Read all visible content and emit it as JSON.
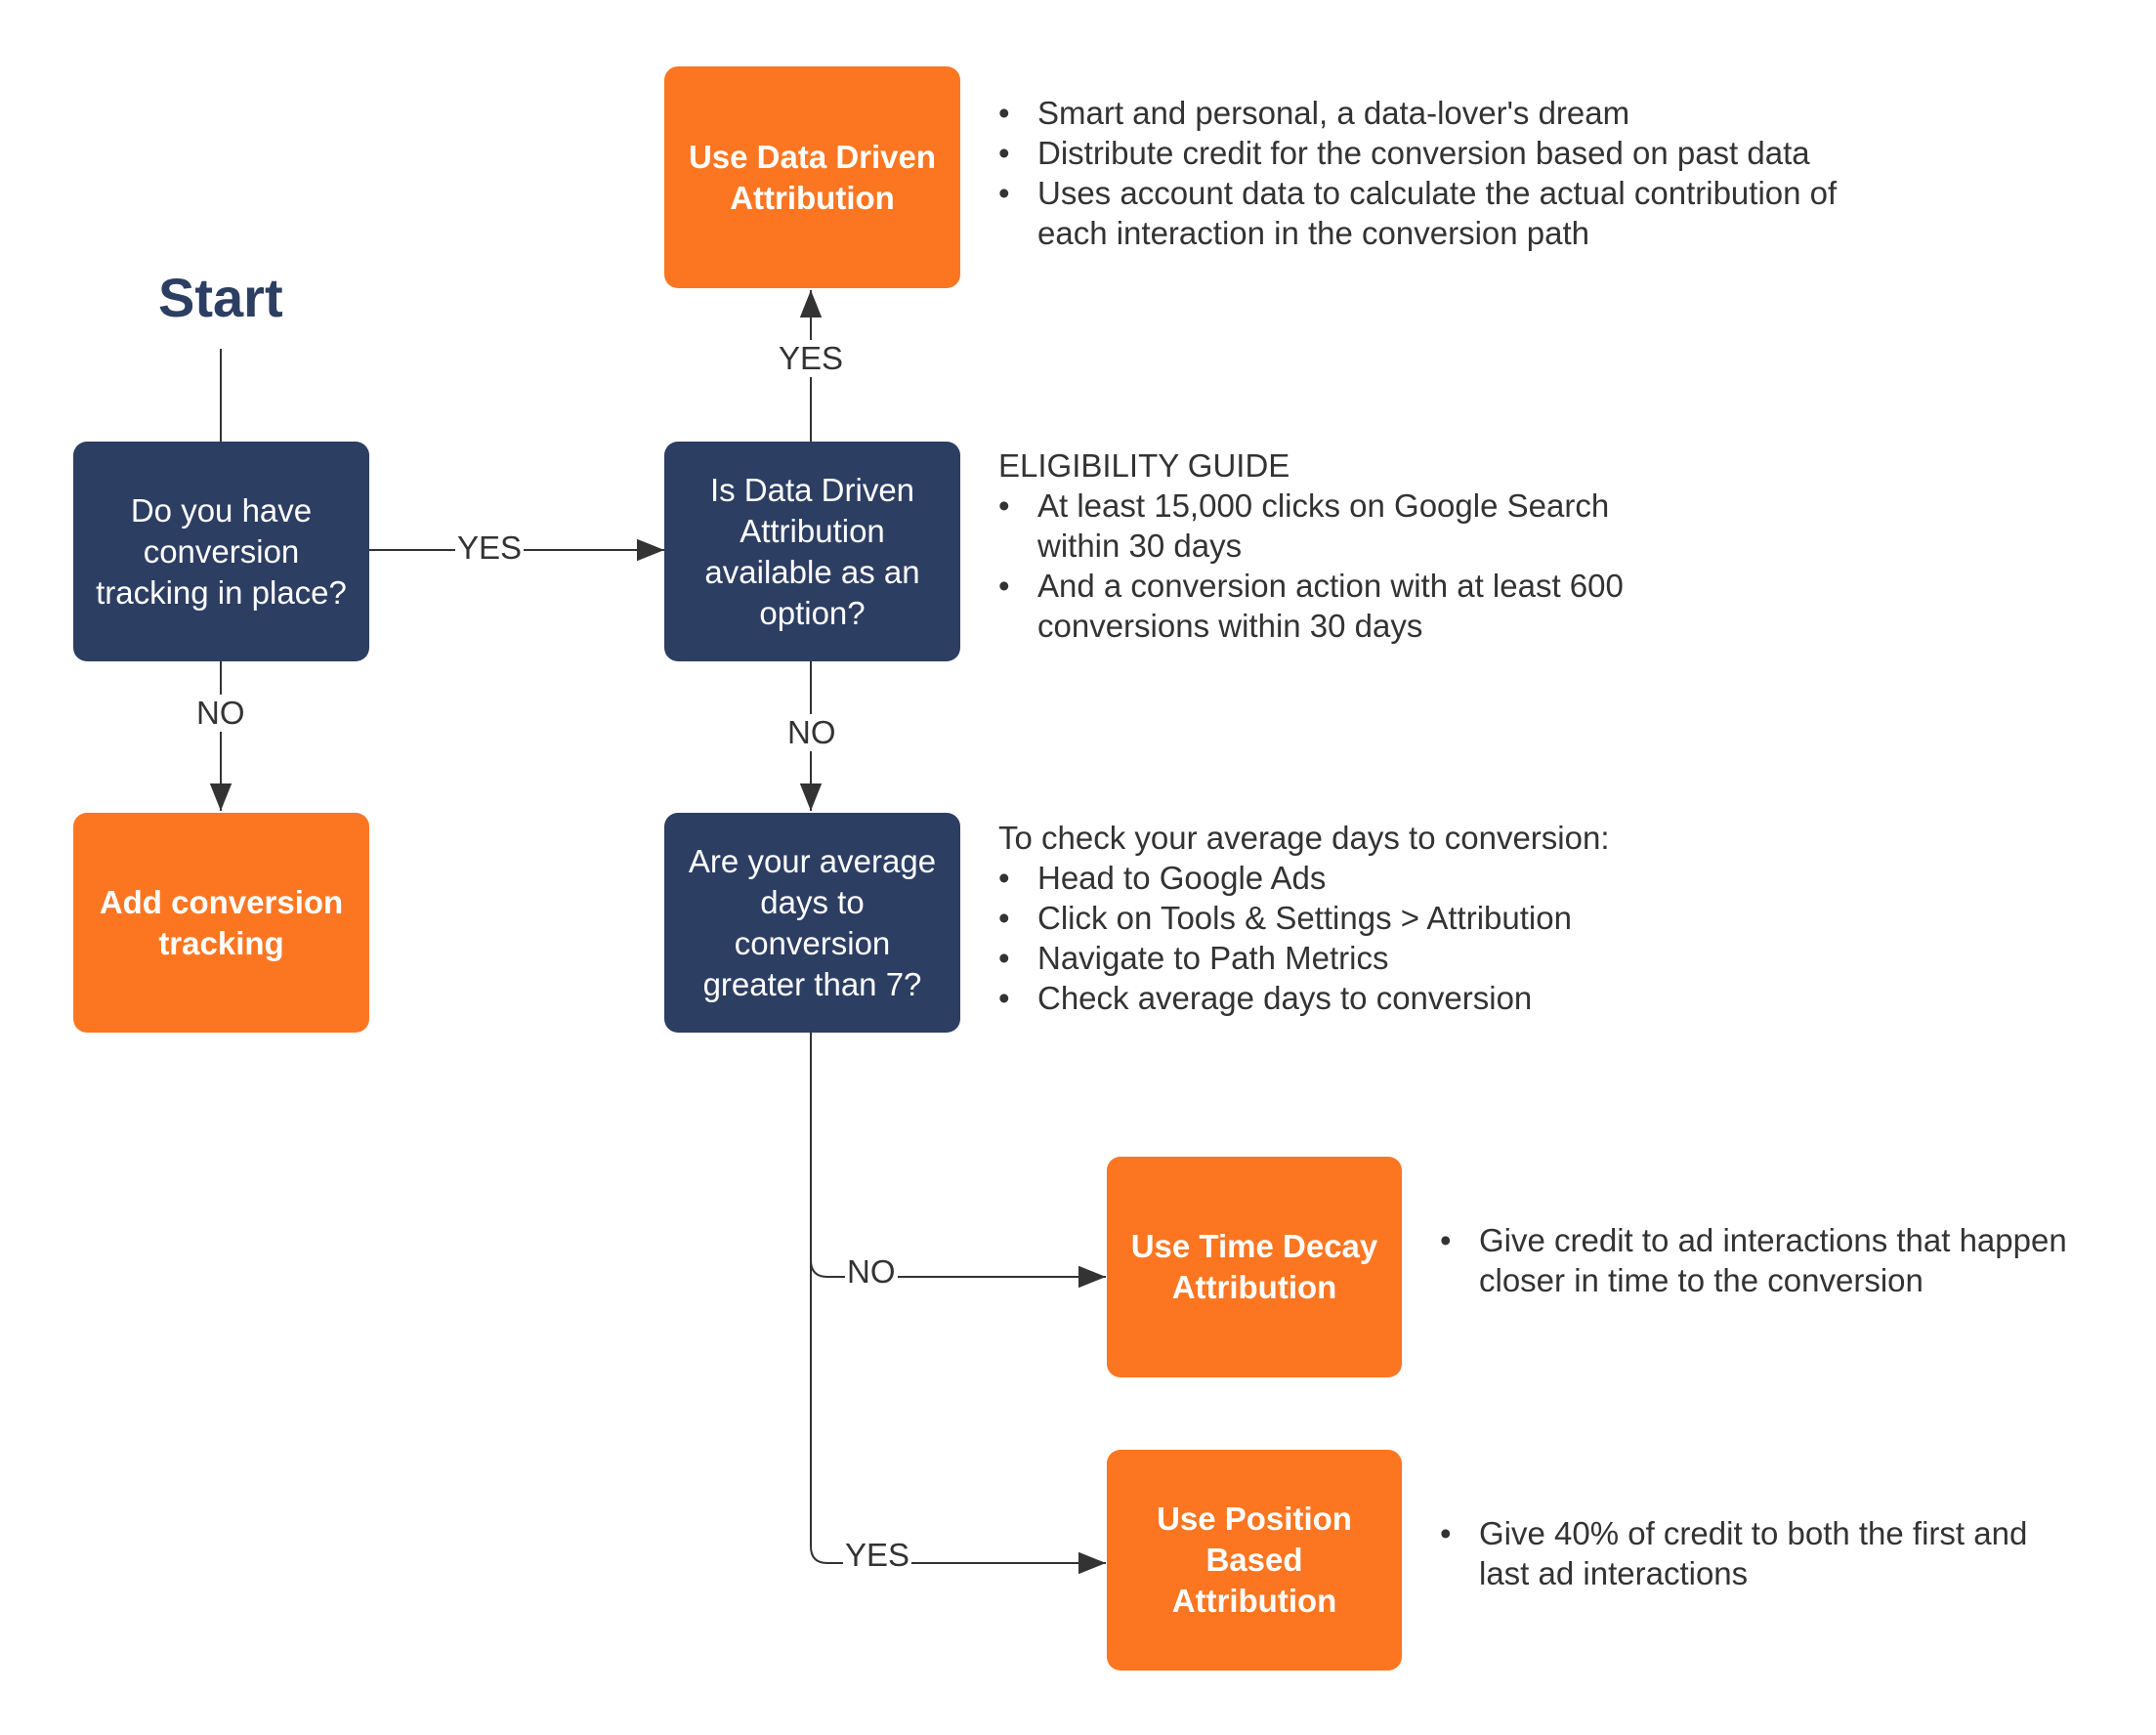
{
  "start": "Start",
  "nodes": {
    "has_tracking": "Do you have conversion tracking in place?",
    "add_tracking": "Add conversion tracking",
    "dda_available": "Is Data Driven Attribution available as an option?",
    "use_dda": "Use Data Driven Attribution",
    "avg_days": "Are your average days to conversion greater than 7?",
    "time_decay": "Use Time Decay Attribution",
    "position_based": "Use Position Based Attribution"
  },
  "edges": {
    "has_tracking_yes": "YES",
    "has_tracking_no": "NO",
    "dda_yes": "YES",
    "dda_no": "NO",
    "avg_days_no": "NO",
    "avg_days_yes": "YES"
  },
  "notes": {
    "dda": [
      "Smart and personal, a data-lover's dream",
      "Distribute credit for the conversion based on past data",
      "Uses account data to calculate the actual contribution of each interaction in the conversion path"
    ],
    "eligibility": {
      "title": "ELIGIBILITY GUIDE",
      "items": [
        "At least 15,000 clicks on Google Search within 30 days",
        "And a conversion action with at least 600 conversions within 30 days"
      ]
    },
    "check_days": {
      "title": "To check your average days to conversion:",
      "items": [
        "Head to Google Ads",
        "Click on Tools & Settings > Attribution",
        "Navigate to Path Metrics",
        "Check average days to conversion"
      ]
    },
    "time_decay": [
      "Give credit to ad interactions that happen closer in time to the conversion"
    ],
    "position_based": [
      "Give 40% of credit to both the first and last ad interactions"
    ]
  },
  "colors": {
    "decision": "#2d3e63",
    "result": "#fc7622",
    "connector": "#333333"
  }
}
